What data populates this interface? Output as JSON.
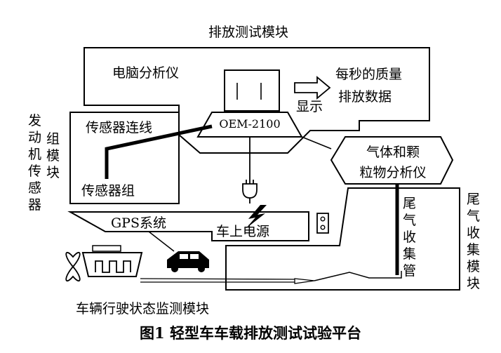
{
  "title": "排放测试模块",
  "caption": "图1  轻型车车载排放测试试验平台",
  "left_label": {
    "col1": [
      "发",
      "动",
      "机",
      "传",
      "感",
      "器"
    ],
    "col2": [
      "组",
      "模",
      "块"
    ]
  },
  "computer_label": "电脑分析仪",
  "device_label": "OEM-2100",
  "display_label": "显示",
  "output_label": [
    "每秒的质量",
    "排放数据"
  ],
  "sensor_wire_label": "传感器连线",
  "sensor_group_label": "传感器组",
  "gas_analyzer_label": [
    "气体和颗",
    "粒物分析仪"
  ],
  "gps_label": "GPS系统",
  "power_label": "车上电源",
  "tail_pipe_label": [
    "尾",
    "气",
    "收",
    "集",
    "管"
  ],
  "tail_module_label": [
    "尾",
    "气",
    "收",
    "集",
    "模",
    "块"
  ],
  "vehicle_module_label": "车辆行驶状态监测模块"
}
